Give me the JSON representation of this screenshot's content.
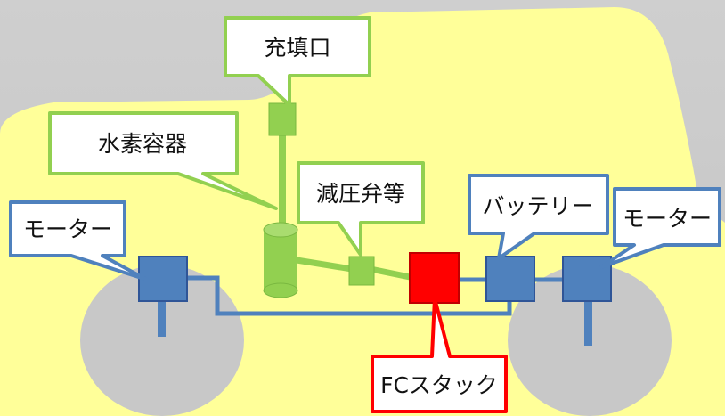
{
  "labels": {
    "filler": "充填口",
    "tank": "水素容器",
    "valve": "減圧弁等",
    "battery": "バッテリー",
    "motor_left": "モーター",
    "motor_right": "モーター",
    "stack": "FCスタック"
  },
  "colors": {
    "body": "#ffff99",
    "hydrogen": "#92d050",
    "hydrogen_edge": "#7ab840",
    "electric": "#4f81bd",
    "electric_edge": "#2f5597",
    "stack": "#ff0000",
    "background": "#c8c8c8"
  }
}
